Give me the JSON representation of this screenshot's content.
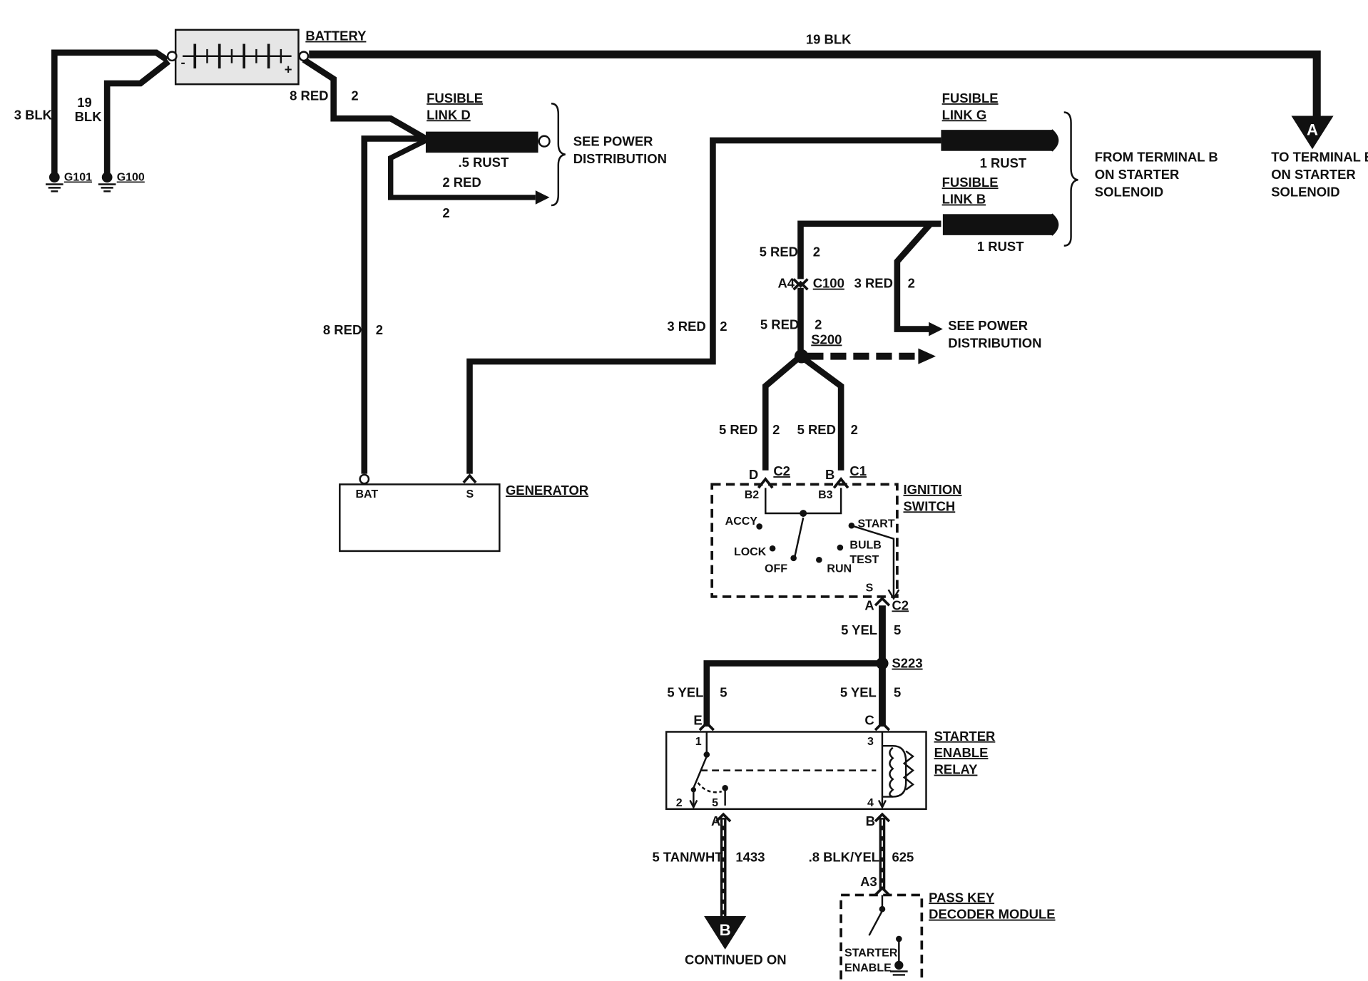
{
  "components": {
    "battery": "BATTERY",
    "battery_minus": "-",
    "battery_plus": "+",
    "fusible_link_d": [
      "FUSIBLE",
      "LINK D"
    ],
    "fusible_link_g": [
      "FUSIBLE",
      "LINK G"
    ],
    "fusible_link_b": [
      "FUSIBLE",
      "LINK B"
    ],
    "generator": "GENERATOR",
    "generator_bat": "BAT",
    "generator_s": "S",
    "ignition_switch": [
      "IGNITION",
      "SWITCH"
    ],
    "starter_enable_relay": [
      "STARTER",
      "ENABLE",
      "RELAY"
    ],
    "pass_key": [
      "PASS KEY",
      "DECODER MODULE"
    ],
    "pass_key_starter": "STARTER",
    "pass_key_enable": "ENABLE"
  },
  "grounds": [
    "G101",
    "G100"
  ],
  "wires": {
    "w3blk": "3 BLK",
    "w19blk_a": "19",
    "w19blk_b": "BLK",
    "w19blk_top": "19 BLK",
    "w8red_top": "8 RED",
    "w8red_top_num": "2",
    "rust_d": ".5 RUST",
    "red2_d": "2 RED",
    "red2_d_num": "2",
    "rust_g": "1 RUST",
    "rust_b": "1 RUST",
    "w8red_mid": "8 RED",
    "w8red_mid_num": "2",
    "w3red_mid": "3 RED",
    "w3red_mid_num": "2",
    "w5red_1": "5 RED",
    "w5red_1_num": "2",
    "w3red_r": "3 RED",
    "w3red_r_num": "2",
    "w5red_2": "5 RED",
    "w5red_2_num": "2",
    "w5red_l": "5 RED",
    "w5red_l_num": "2",
    "w5red_rr": "5 RED",
    "w5red_rr_num": "2",
    "w5yel_1": "5 YEL",
    "w5yel_1_num": "5",
    "w5yel_l": "5 YEL",
    "w5yel_l_num": "5",
    "w5yel_r": "5 YEL",
    "w5yel_r_num": "5",
    "w_tan": "5 TAN/WHT",
    "w_tan_num": "1433",
    "w_blkyel": ".8 BLK/YEL",
    "w_blkyel_num": "625"
  },
  "connectors": {
    "a4": "A4",
    "c100": "C100",
    "s200": "S200",
    "s223": "S223",
    "d": "D",
    "c2_top": "C2",
    "b": "B",
    "c1": "C1",
    "b2": "B2",
    "b3": "B3",
    "s": "S",
    "a_c2": "A",
    "c2_bot": "C2",
    "e": "E",
    "c": "C",
    "p1": "1",
    "p3": "3",
    "p2": "2",
    "p5": "5",
    "p4": "4",
    "a_rel": "A",
    "b_rel": "B",
    "a3": "A3"
  },
  "switch_positions": {
    "accy": "ACCY",
    "lock": "LOCK",
    "off": "OFF",
    "run": "RUN",
    "start": "START",
    "bulb": "BULB",
    "test": "TEST"
  },
  "references": {
    "see_power_1": [
      "SEE POWER",
      "DISTRIBUTION"
    ],
    "see_power_2": [
      "SEE POWER",
      "DISTRIBUTION"
    ],
    "from_term_b": [
      "FROM TERMINAL B",
      "ON STARTER",
      "SOLENOID"
    ],
    "to_term_b": [
      "TO TERMINAL B",
      "ON STARTER",
      "SOLENOID"
    ],
    "marker_a": "A",
    "marker_b": "B",
    "continued_on": "CONTINUED ON"
  }
}
